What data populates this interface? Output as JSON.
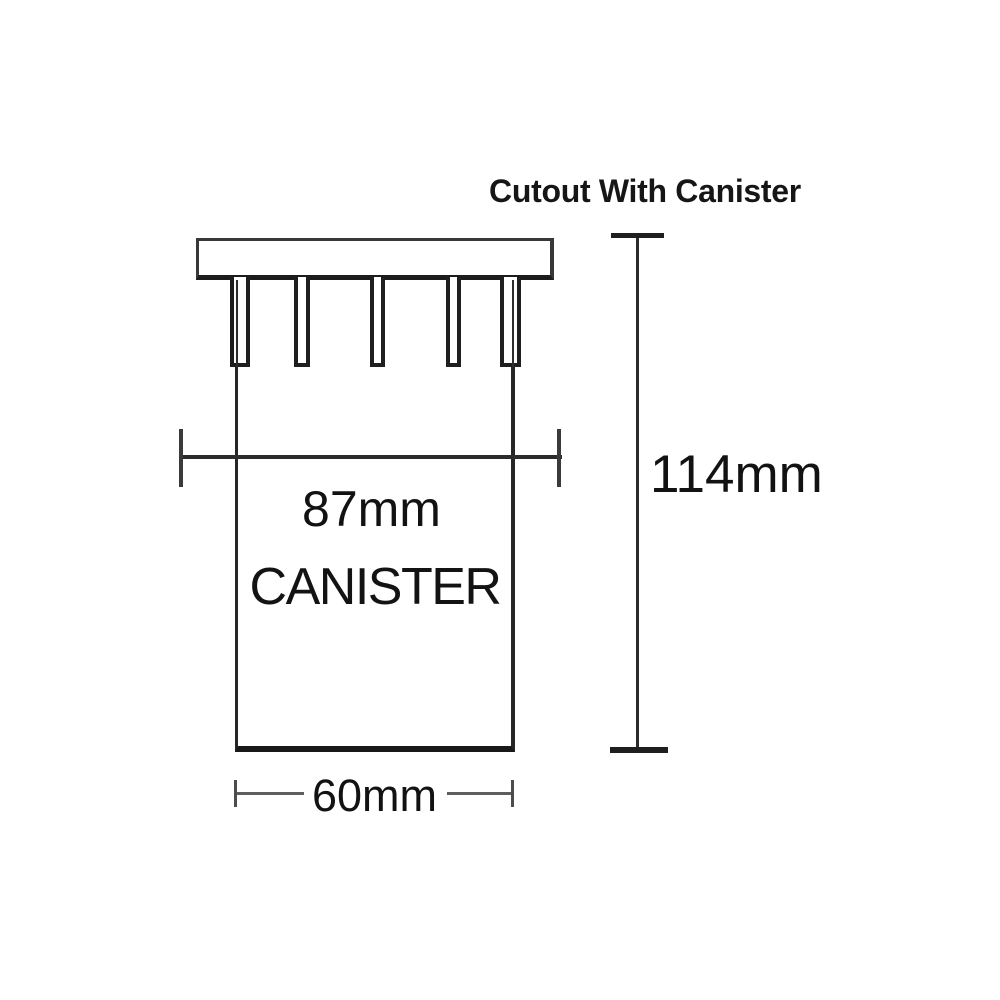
{
  "title": "Cutout With Canister",
  "canister": {
    "label": "CANISTER"
  },
  "dimensions": {
    "cutout_width": "87mm",
    "overall_height": "114mm",
    "body_width": "60mm"
  },
  "colors": {
    "line": "#222222",
    "gray_line": "#5d5d5d",
    "text": "#121212",
    "background": "#ffffff"
  }
}
